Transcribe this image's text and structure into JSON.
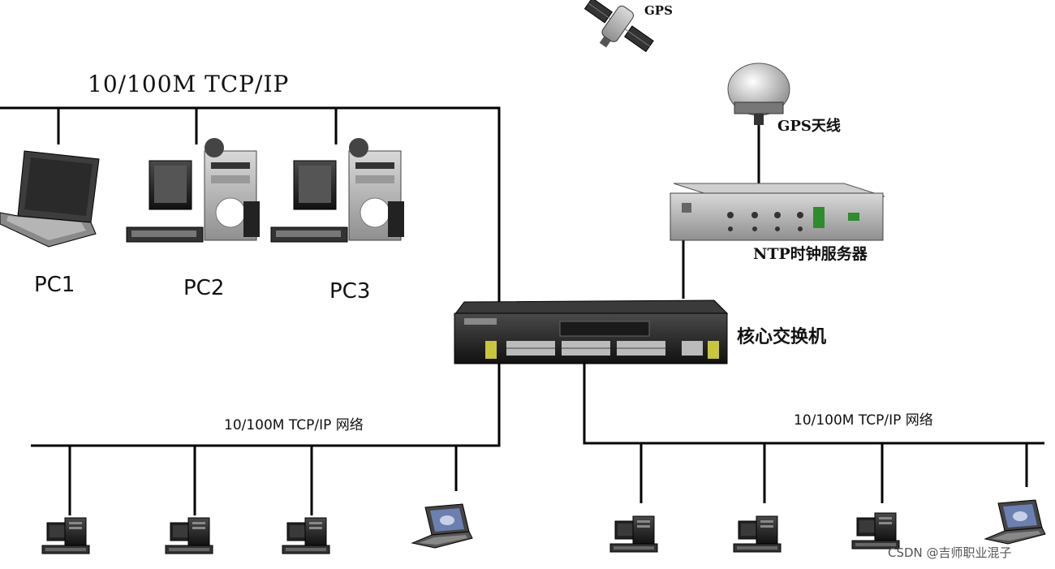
{
  "labels": {
    "gps": "GPS",
    "gps_antenna": "GPS天线",
    "top_network": "10/100M TCP/IP",
    "pc1": "PC1",
    "pc2": "PC2",
    "pc3": "PC3",
    "ntp_server": "NTP时钟服务器",
    "core_switch": "核心交换机",
    "left_network": "10/100M TCP/IP 网络",
    "right_network": "10/100M TCP/IP 网络",
    "watermark": "CSDN @吉师职业混子"
  },
  "icons": {
    "satellite": "satellite-icon",
    "antenna": "gps-antenna-icon",
    "laptop": "laptop-icon",
    "desktop": "desktop-pc-icon",
    "ntp": "ntp-server-rack-icon",
    "switch": "network-switch-icon"
  }
}
